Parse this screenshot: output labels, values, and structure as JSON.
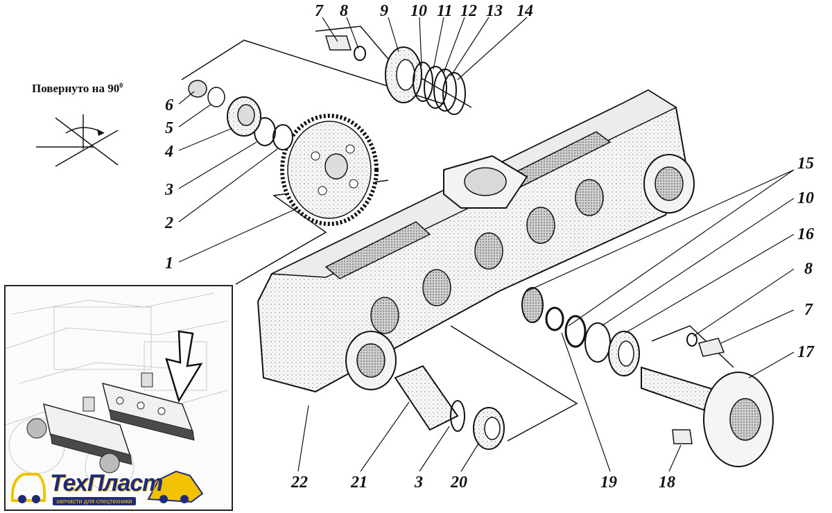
{
  "caption": {
    "text": "Повернуто на 90",
    "degree": "0"
  },
  "callouts": {
    "top": [
      "7",
      "8",
      "9",
      "10",
      "11",
      "12",
      "13",
      "14"
    ],
    "left": [
      "6",
      "5",
      "4",
      "3",
      "2",
      "1"
    ],
    "right": [
      "15",
      "10",
      "16",
      "8",
      "7",
      "17"
    ],
    "bottom": [
      "22",
      "21",
      "3",
      "20",
      "19",
      "18"
    ]
  },
  "logo": {
    "name": "ТехПласт",
    "tagline": "запчасти для спецтехники",
    "colors": {
      "primary": "#1f2a7a",
      "accent": "#f2c200"
    }
  },
  "inset": {
    "pointer": "arrow-icon"
  }
}
